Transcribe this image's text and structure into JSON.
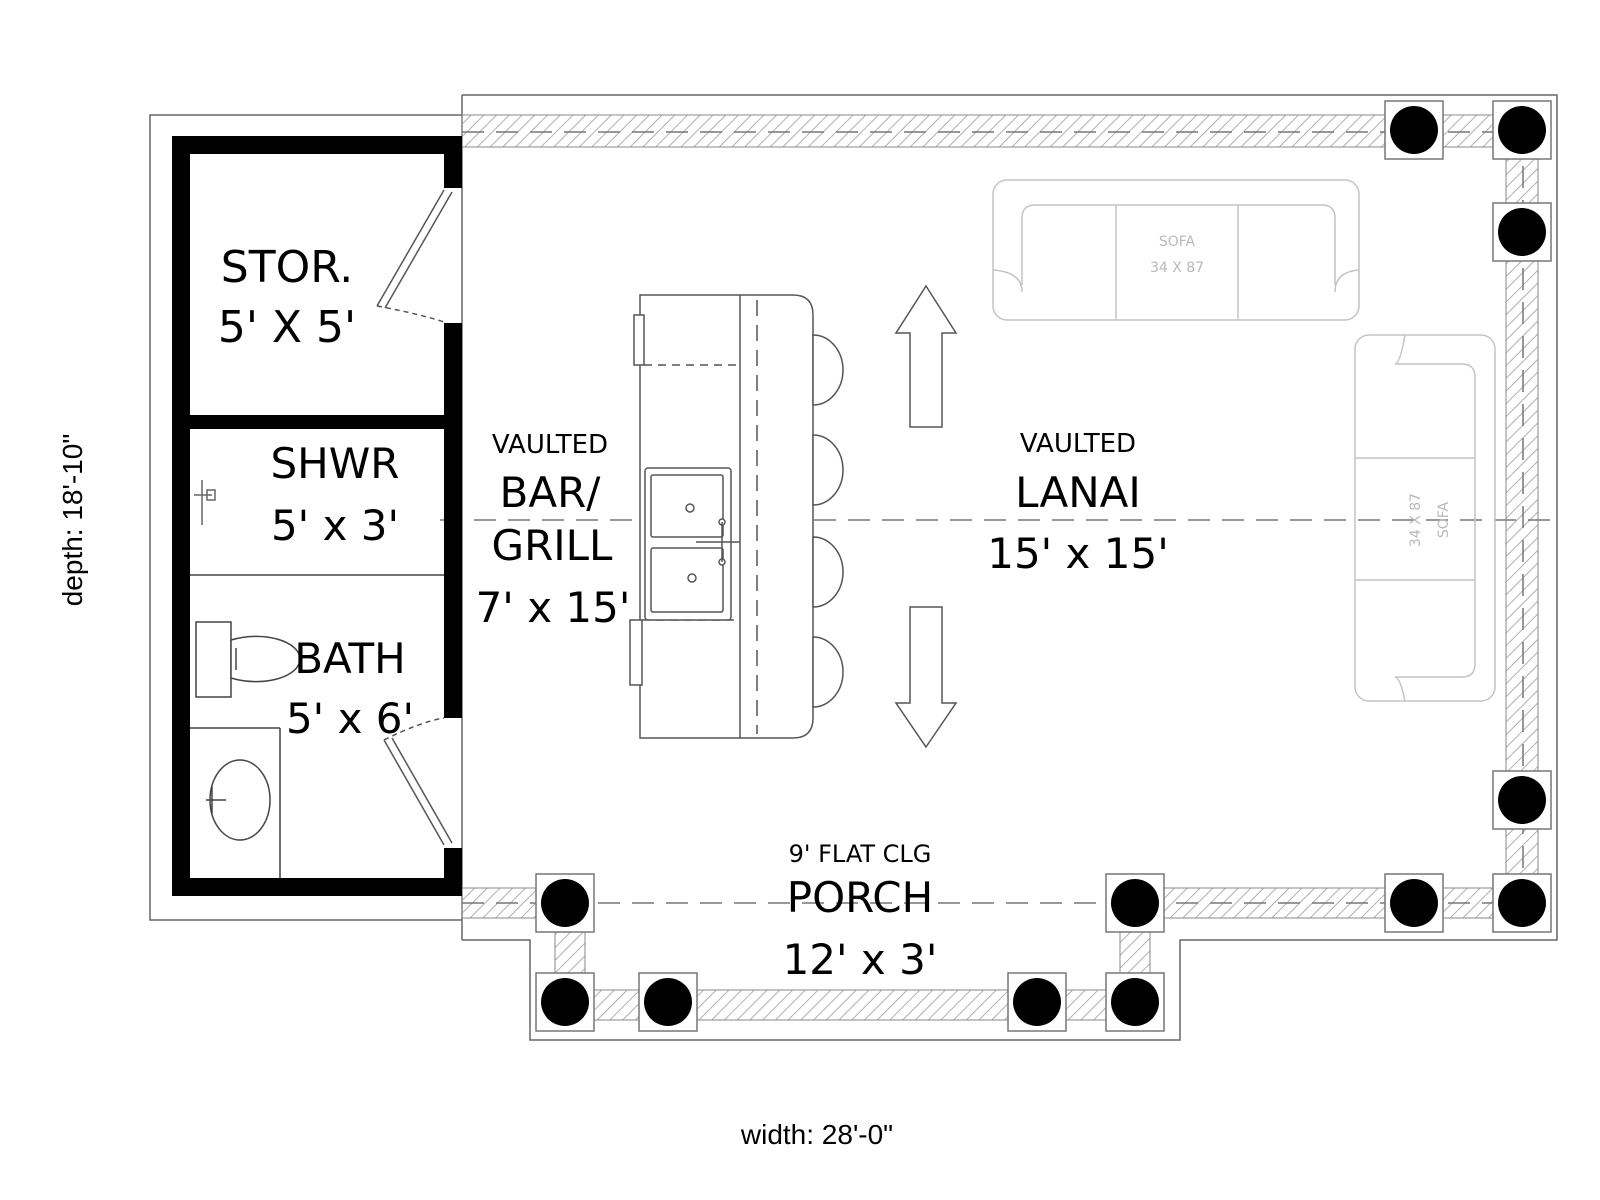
{
  "dimensions": {
    "depth": "depth: 18'-10\"",
    "width": "width: 28'-0\""
  },
  "rooms": {
    "storage": {
      "name": "STOR.",
      "size": "5' X 5'"
    },
    "shower": {
      "name": "SHWR",
      "size": "5' x 3'"
    },
    "bath": {
      "name": "BATH",
      "size": "5' x 6'"
    },
    "bar": {
      "note": "VAULTED",
      "name1": "BAR/",
      "name2": "GRILL",
      "size": "7' x 15'"
    },
    "lanai": {
      "note": "VAULTED",
      "name": "LANAI",
      "size": "15' x 15'"
    },
    "porch": {
      "note": "9' FLAT CLG",
      "name": "PORCH",
      "size": "12' x 3'"
    }
  },
  "furniture": {
    "sofa_top": {
      "label": "SOFA",
      "size": "34 X 87"
    },
    "sofa_right": {
      "label": "SOFA",
      "size": "34 X 87"
    }
  },
  "colors": {
    "wall": "#000000",
    "line": "#555555",
    "hatch": "#aaaaaa",
    "furniture": "#c4c4c4"
  }
}
